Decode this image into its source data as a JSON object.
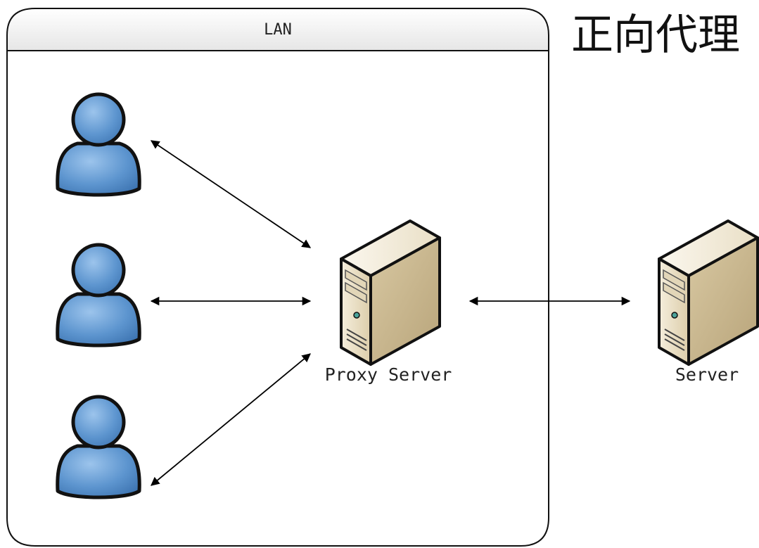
{
  "title": "正向代理",
  "lan": {
    "label": "LAN"
  },
  "proxy_server": {
    "label": "Proxy Server",
    "icon": "server-tower-icon"
  },
  "server": {
    "label": "Server",
    "icon": "server-tower-icon"
  },
  "clients": [
    {
      "icon": "user-icon"
    },
    {
      "icon": "user-icon"
    },
    {
      "icon": "user-icon"
    }
  ],
  "connections": [
    {
      "from": "client-1",
      "to": "proxy-server",
      "bidirectional": true
    },
    {
      "from": "client-2",
      "to": "proxy-server",
      "bidirectional": true
    },
    {
      "from": "client-3",
      "to": "proxy-server",
      "bidirectional": true
    },
    {
      "from": "proxy-server",
      "to": "server",
      "bidirectional": true
    }
  ],
  "colors": {
    "user_fill": "#5d95cf",
    "server_body": "#e9ddc1",
    "server_side": "#c9b994",
    "lan_header": "#eeeeee"
  }
}
